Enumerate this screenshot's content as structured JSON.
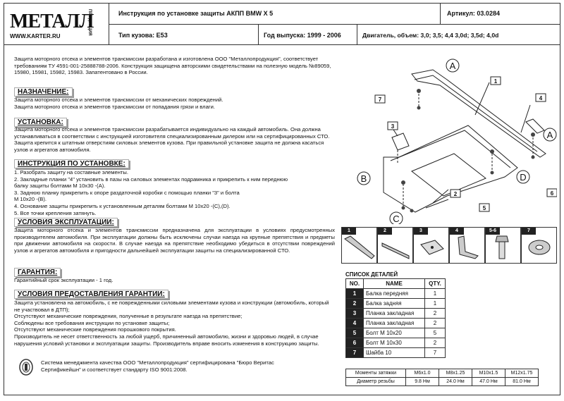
{
  "header": {
    "logo_text": "МЕТАЛЛ",
    "logo_url": "WWW.KARTER.RU",
    "logo_vertical": "ПРОДУКЦИЯ",
    "title": "Инструкция по установке защиты АКПП   BMW  X 5",
    "article": "Артикул: 03.0284",
    "body_type": "Тип кузова: E53",
    "years": "Год выпуска: 1999 - 2006",
    "engine": "Двигатель, объем: 3,0; 3,5; 4,4 3,0d; 3,5d; 4,0d"
  },
  "intro": "Защита моторного отсека и элементов трансмиссии разработана и изготовлена ООО \"Металлопродукция\", соответствует требованиям ТУ 4591-001-25888788-2006. Конструкция защищена авторскими свидетельствами на полезную модель №89059, 15980, 15981, 15982, 15983. Запатентовано в России.",
  "sections": {
    "purpose": {
      "title": "НАЗНАЧЕНИЕ:",
      "lines": [
        "Защита моторного отсека и элементов трансмиссии от механических повреждений.",
        "Защита моторного отсека и элементов трансмиссии от попадания грязи и влаги."
      ]
    },
    "install": {
      "title": "УСТАНОВКА:",
      "text": "Защита моторного отсека и элементов трансмиссии разрабатывается индивидуально на каждый автомобиль. Она должна устанавливаться в соответствии с инструкцией изготовителя специализированным дилером или на сертифицированных СТО. Защита крепится к штатным отверстиям силовых элементов кузова. При правильной установке защита не должна касаться узлов и агрегатов автомобиля."
    },
    "instructions": {
      "title": "ИНСТРУКЦИЯ ПО УСТАНОВКЕ:",
      "lines": [
        "1. Разобрать защиту на составные элементы.",
        "2. Закладные планки \"4\" установить в пазы на силовых элементах подрамника и прикрепить к ним переднюю",
        "балку защиты болтами М 10х30 -(А).",
        "3. Заднюю планку прикрепить к опоре раздаточной коробки с помощью планки \"3\" и болта",
        "М 10х20 -(В).",
        "4. Основание защиты прикрепить к установленным деталям болтами М 10х20 -(С),(D).",
        "5. Все точки крепления затянуть."
      ]
    },
    "operation": {
      "title": "УСЛОВИЯ ЭКСПЛУАТАЦИИ:",
      "text": "Защита моторного отсека и элементов трансмиссии предназначена для эксплуатации в условиях предусмотренных производителем автомобиля. При эксплуатации должны быть исключены случаи наезда на крупные препятствия и предметы при движении автомобиля на скорости. В случае наезда на препятствие необходимо убедиться в отсутствии повреждений узлов и агрегатов автомобиля и пригодности дальнейшей эксплуатации защиты на специализированной СТО."
    },
    "warranty": {
      "title": "ГАРАНТИЯ:",
      "text": "Гарантийный срок эксплуатации - 1 год."
    },
    "warranty_terms": {
      "title": "УСЛОВИЯ ПРЕДОСТАВЛЕНИЯ ГАРАНТИИ:",
      "lines": [
        "Защита установлена на автомобиль, с не поврежденными силовыми элементами кузова и конструкции (автомобиль, который не участвовал в ДТП);",
        "Отсутствуют механические повреждения, полученные в результате наезда на препятствие;",
        "Соблюдены все требования инструкции по установке защиты;",
        "Отсутствуют механические повреждения порошкового покрытия.",
        "Производитель не несет ответственность за любой ущерб, причиненный автомобилю, жизни и здоровью людей, в случае нарушения условий установки и эксплуатации защиты. Производитель вправе вносить изменения в конструкцию защиты."
      ]
    }
  },
  "certification": {
    "line1": "Система менеджмента качества ООО \"Металлопродукция\" сертифицирована \"Бюро Веритас",
    "line2": "Сертификейшн\" и соответствует стандарту ISO 9001:2008."
  },
  "diagram_labels": {
    "callouts": [
      "A",
      "A",
      "B",
      "C",
      "D"
    ],
    "numbers": [
      "1",
      "2",
      "3",
      "4",
      "5",
      "6",
      "7"
    ]
  },
  "part_tiles": [
    "1",
    "2",
    "3",
    "4",
    "5-6",
    "7"
  ],
  "parts_list": {
    "title": "СПИСОК ДЕТАЛЕЙ",
    "headers": [
      "NO.",
      "NAME",
      "QTY."
    ],
    "rows": [
      {
        "no": "1",
        "name": "Балка передняя",
        "qty": "1"
      },
      {
        "no": "2",
        "name": "Балка задняя",
        "qty": "1"
      },
      {
        "no": "3",
        "name": "Планка закладная",
        "qty": "2"
      },
      {
        "no": "4",
        "name": "Планка закладная",
        "qty": "2"
      },
      {
        "no": "5",
        "name": "Болт М 10х20",
        "qty": "5"
      },
      {
        "no": "6",
        "name": "Болт М 10х30",
        "qty": "2"
      },
      {
        "no": "7",
        "name": "Шайба 10",
        "qty": "7"
      }
    ]
  },
  "torque_table": {
    "row1": [
      "Моменты затяжки",
      "М6х1.0",
      "М8х1.25",
      "М10х1.5",
      "М12х1.75"
    ],
    "row2": [
      "Диаметр резьбы",
      "9.8 Нм",
      "24.0 Нм",
      "47.0 Нм",
      "81.0 Нм"
    ]
  }
}
